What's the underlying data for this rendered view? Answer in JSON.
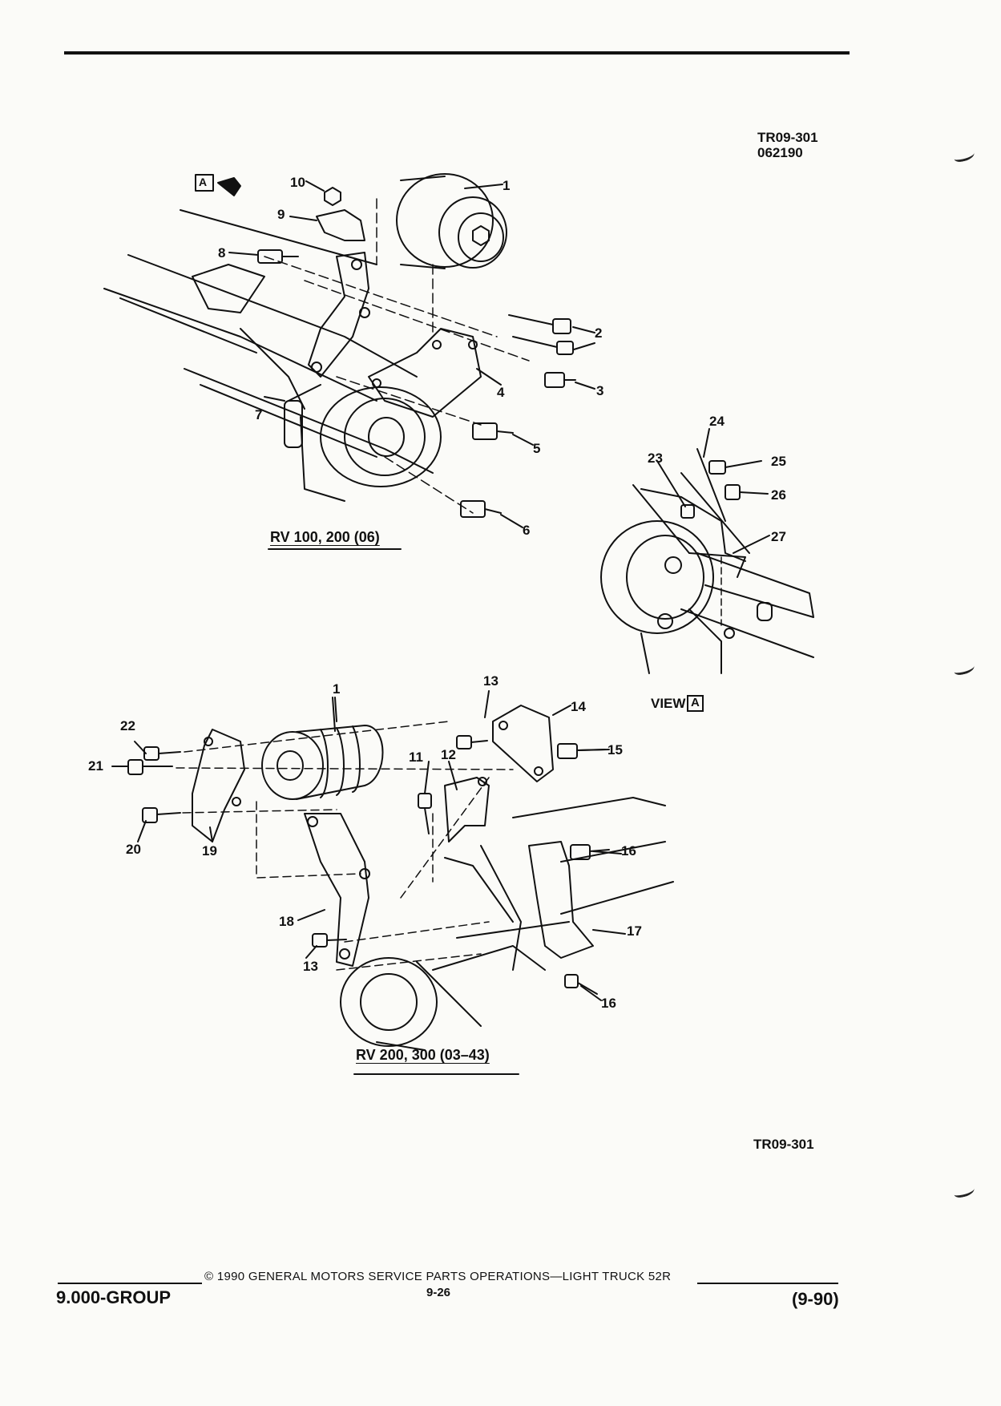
{
  "header": {
    "figure_code": "TR09-301",
    "figure_date": "062190"
  },
  "diagram_top": {
    "caption": "RV 100, 200 (06)",
    "view_marker": "A",
    "callouts": [
      "1",
      "2",
      "3",
      "4",
      "5",
      "6",
      "7",
      "8",
      "9",
      "10"
    ]
  },
  "diagram_view_a": {
    "caption_prefix": "VIEW",
    "caption_letter": "A",
    "callouts": [
      "23",
      "24",
      "25",
      "26",
      "27"
    ]
  },
  "diagram_bottom": {
    "caption": "RV 200, 300 (03–43)",
    "callouts": [
      "1",
      "11",
      "12",
      "13",
      "13",
      "14",
      "15",
      "16",
      "16",
      "17",
      "18",
      "19",
      "20",
      "21",
      "22"
    ]
  },
  "figure_code_bottom": "TR09-301",
  "footer": {
    "group": "9.000-GROUP",
    "copyright": "© 1990 GENERAL MOTORS SERVICE PARTS OPERATIONS—LIGHT TRUCK 52R",
    "page": "9-26",
    "revision": "(9-90)"
  }
}
